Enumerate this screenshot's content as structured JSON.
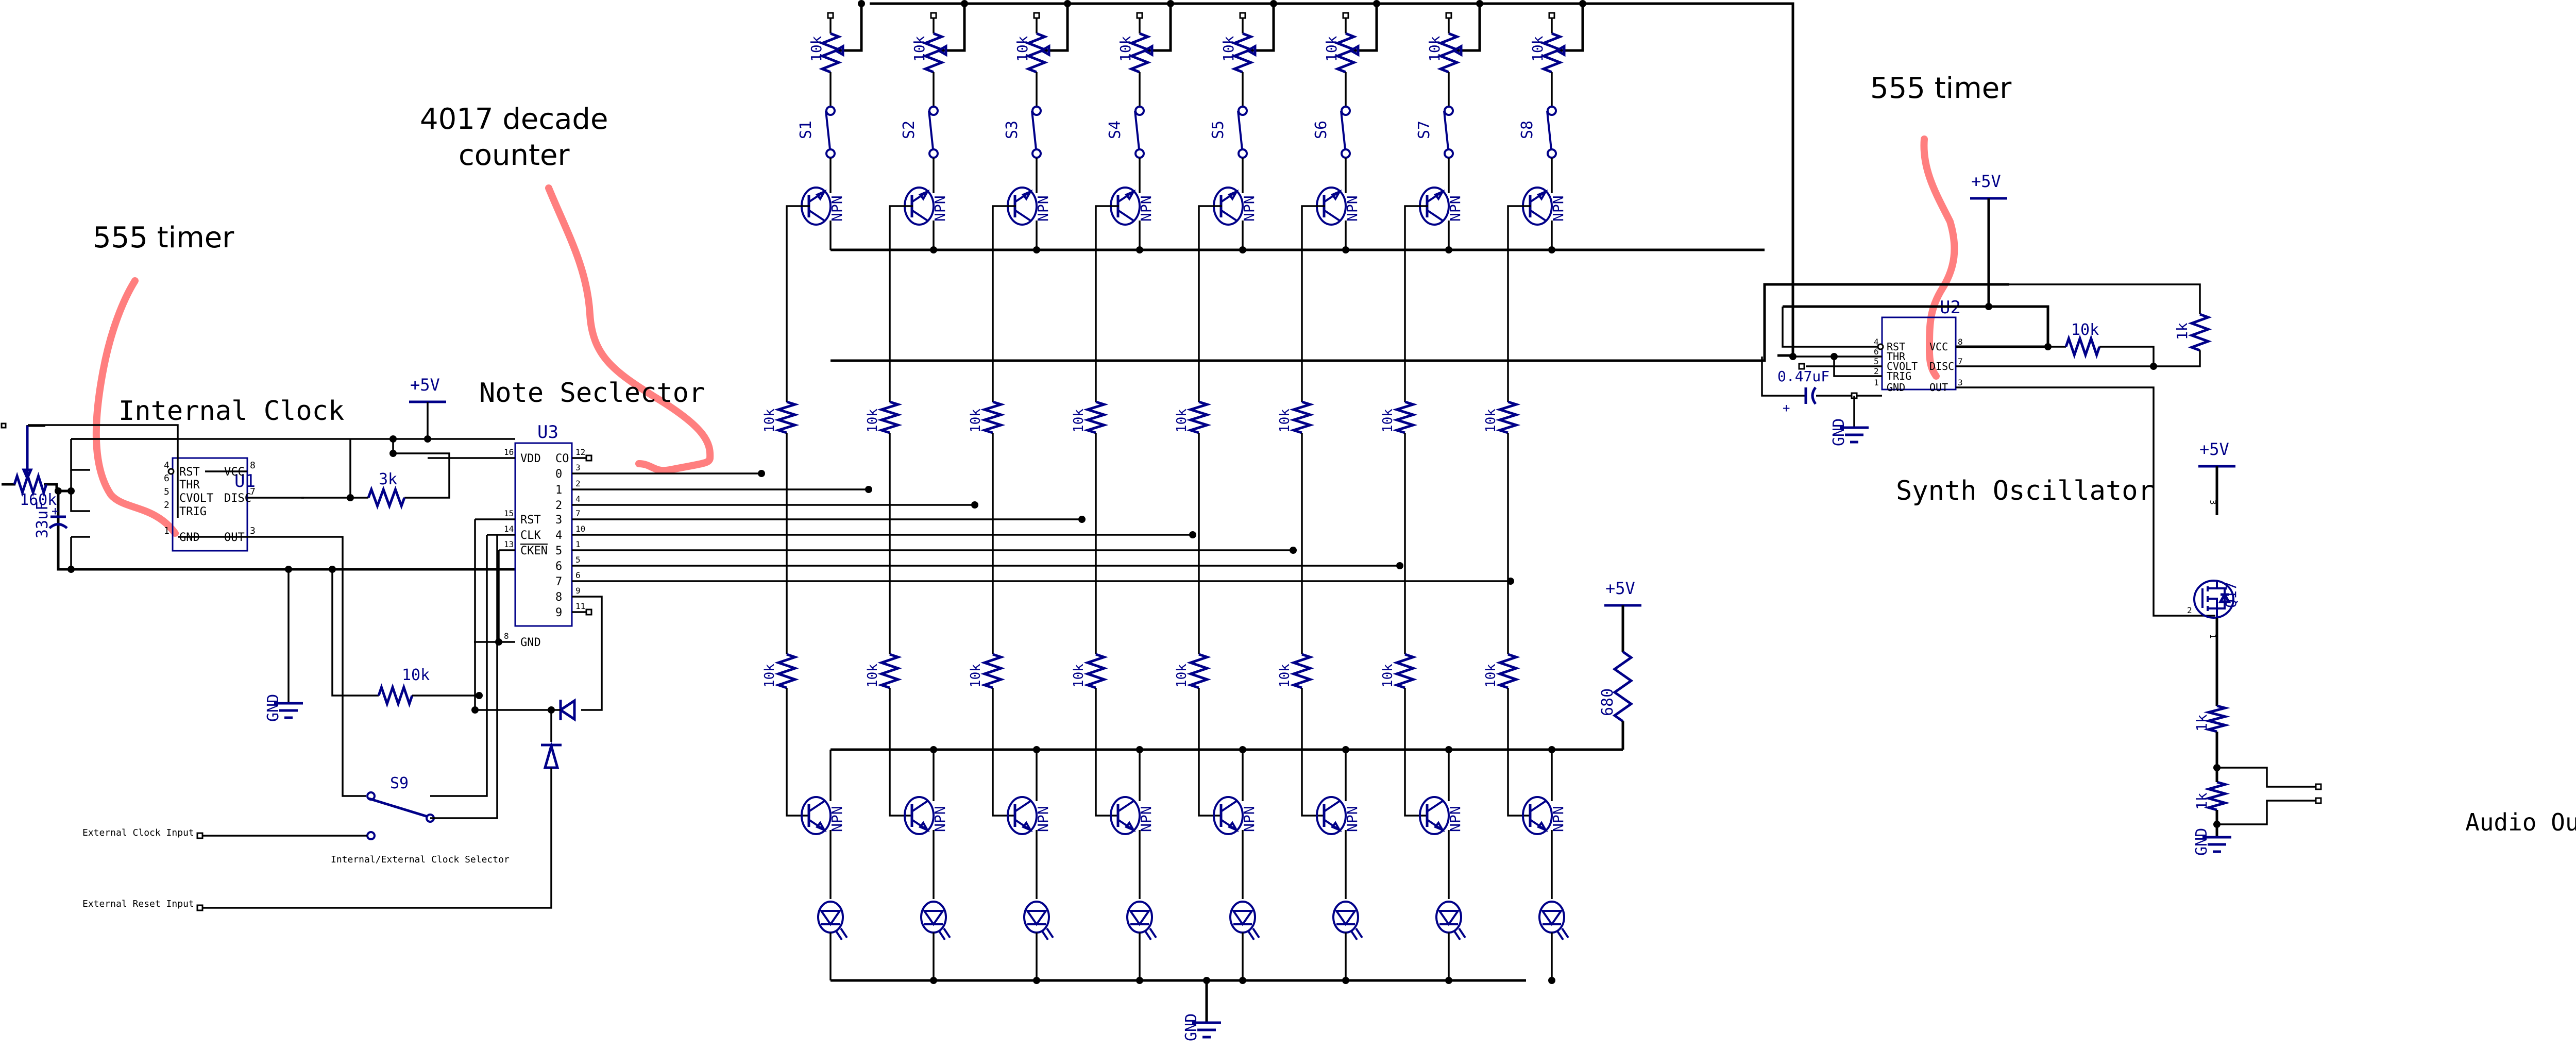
{
  "annotations": {
    "timer_left": "555 timer",
    "counter": [
      "4017 decade",
      "counter"
    ],
    "timer_right": "555 timer",
    "annotation_color": "#ff7f7f"
  },
  "blocks": {
    "internal_clock": "Internal Clock",
    "note_selector": "Note Seclector",
    "synth_oscillator": "Synth Oscillator",
    "audio_output": "Audio Output"
  },
  "colors": {
    "wire": "#000000",
    "component": "#000088"
  },
  "u1": {
    "ref": "U1",
    "left_pins": [
      {
        "num": "4",
        "name": "RST"
      },
      {
        "num": "6",
        "name": "THR"
      },
      {
        "num": "5",
        "name": "CVOLT"
      },
      {
        "num": "2",
        "name": "TRIG"
      },
      {
        "num": "1",
        "name": "GND"
      }
    ],
    "right_pins": [
      {
        "num": "8",
        "name": "VCC"
      },
      {
        "num": "7",
        "name": "DISC"
      },
      {
        "num": "3",
        "name": "OUT"
      }
    ]
  },
  "u2": {
    "ref": "U2",
    "left_pins": [
      {
        "num": "4",
        "name": "RST"
      },
      {
        "num": "6",
        "name": "THR"
      },
      {
        "num": "5",
        "name": "CVOLT"
      },
      {
        "num": "2",
        "name": "TRIG"
      },
      {
        "num": "1",
        "name": "GND"
      }
    ],
    "right_pins": [
      {
        "num": "8",
        "name": "VCC"
      },
      {
        "num": "7",
        "name": "DISC"
      },
      {
        "num": "3",
        "name": "OUT"
      }
    ]
  },
  "u3": {
    "ref": "U3",
    "left_pins": [
      {
        "num": "16",
        "name": "VDD"
      },
      {
        "num": "15",
        "name": "RST"
      },
      {
        "num": "14",
        "name": "CLK"
      },
      {
        "num": "13",
        "name": "CKEN"
      },
      {
        "num": "8",
        "name": "GND"
      }
    ],
    "right_pins": [
      {
        "num": "12",
        "name": "CO"
      },
      {
        "num": "3",
        "name": "0"
      },
      {
        "num": "2",
        "name": "1"
      },
      {
        "num": "4",
        "name": "2"
      },
      {
        "num": "7",
        "name": "3"
      },
      {
        "num": "10",
        "name": "4"
      },
      {
        "num": "1",
        "name": "5"
      },
      {
        "num": "5",
        "name": "6"
      },
      {
        "num": "6",
        "name": "7"
      },
      {
        "num": "9",
        "name": "8"
      },
      {
        "num": "11",
        "name": "9"
      }
    ]
  },
  "components": {
    "pot_160k": "160k",
    "cap_33uf": "33uF",
    "res_3k": "3k",
    "res_10k_clock": "10k",
    "cap_047uf": "0.47uF",
    "res_10k_osc": "10k",
    "res_1k_osc": "1k",
    "res_680": "680",
    "res_1k_a": "1k",
    "res_1k_b": "1k",
    "q17": "Q17",
    "plus": "+"
  },
  "power": {
    "vcc": "+5V",
    "gnd": "GND"
  },
  "switch_s9": {
    "ref": "S9",
    "label": "Internal/External Clock Selector",
    "ext_clock": "External Clock Input",
    "ext_reset": "External Reset Input"
  },
  "steps": [
    {
      "pot": "10k",
      "switch": "S1",
      "npn": "NPN",
      "base_res": "10k"
    },
    {
      "pot": "10k",
      "switch": "S2",
      "npn": "NPN",
      "base_res": "10k"
    },
    {
      "pot": "10k",
      "switch": "S3",
      "npn": "NPN",
      "base_res": "10k"
    },
    {
      "pot": "10k",
      "switch": "S4",
      "npn": "NPN",
      "base_res": "10k"
    },
    {
      "pot": "10k",
      "switch": "S5",
      "npn": "NPN",
      "base_res": "10k"
    },
    {
      "pot": "10k",
      "switch": "S6",
      "npn": "NPN",
      "base_res": "10k"
    },
    {
      "pot": "10k",
      "switch": "S7",
      "npn": "NPN",
      "base_res": "10k"
    },
    {
      "pot": "10k",
      "switch": "S8",
      "npn": "NPN",
      "base_res": "10k"
    }
  ],
  "mosfet_pins": {
    "gate": "2",
    "drain": "3",
    "source": "1"
  }
}
